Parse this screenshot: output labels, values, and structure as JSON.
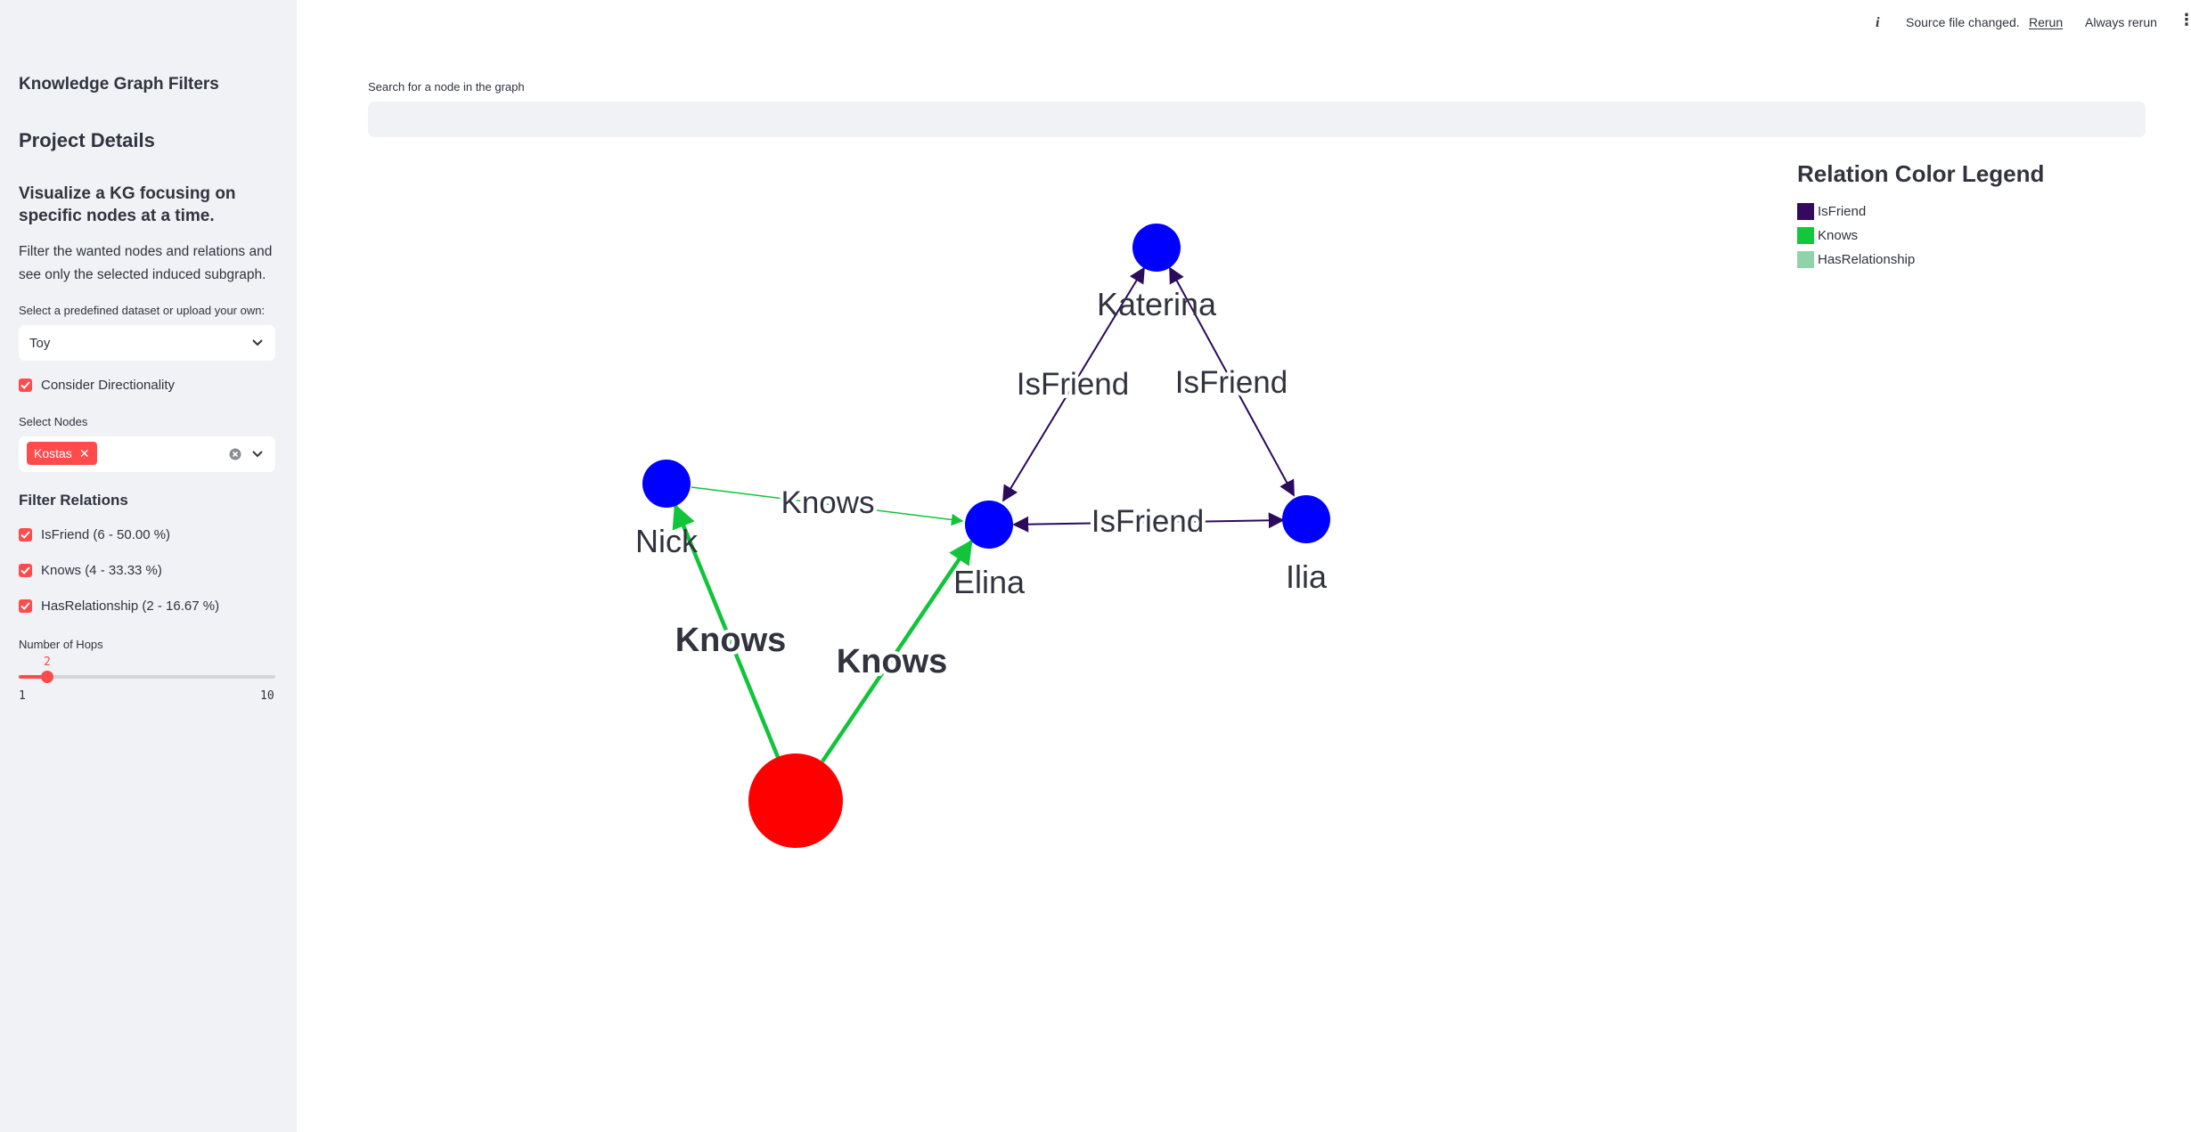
{
  "sidebar": {
    "title": "Knowledge Graph Filters",
    "project_heading": "Project Details",
    "subheading": "Visualize a KG focusing on specific nodes at a time.",
    "description": "Filter the wanted nodes and relations and see only the selected induced subgraph.",
    "dataset_label": "Select a predefined dataset or upload your own:",
    "dataset_value": "Toy",
    "directionality_label": "Consider Directionality",
    "directionality_checked": true,
    "select_nodes_label": "Select Nodes",
    "selected_nodes": [
      "Kostas"
    ],
    "filter_relations_heading": "Filter Relations",
    "relations": [
      {
        "label": "IsFriend (6 - 50.00 %)",
        "checked": true
      },
      {
        "label": "Knows (4 - 33.33 %)",
        "checked": true
      },
      {
        "label": "HasRelationship (2 - 16.67 %)",
        "checked": true
      }
    ],
    "hops_label": "Number of Hops",
    "hops": {
      "value": "2",
      "min": "1",
      "max": "10",
      "fraction": 0.111
    }
  },
  "topbar": {
    "status": "Source file changed.",
    "rerun": "Rerun",
    "always_rerun": "Always rerun"
  },
  "search": {
    "label": "Search for a node in the graph",
    "placeholder": "",
    "value": ""
  },
  "graph": {
    "nodes": [
      "Katerina",
      "Nick",
      "Elina",
      "Ilia"
    ],
    "edge_labels": {
      "nick_elina": "Knows",
      "kostas_nick": "Knows",
      "kostas_elina": "Knows",
      "katerina_elina": "IsFriend",
      "katerina_ilia": "IsFriend",
      "elina_ilia": "IsFriend"
    },
    "colors": {
      "node": "#0000ff",
      "focus_node": "#ff0000",
      "isfriend": "#2c0a5c",
      "knows": "#11c43a"
    }
  },
  "legend": {
    "title": "Relation Color Legend",
    "items": [
      {
        "label": "IsFriend",
        "color": "#330a5f"
      },
      {
        "label": "Knows",
        "color": "#10c83a"
      },
      {
        "label": "HasRelationship",
        "color": "#8fd3a8"
      }
    ]
  }
}
